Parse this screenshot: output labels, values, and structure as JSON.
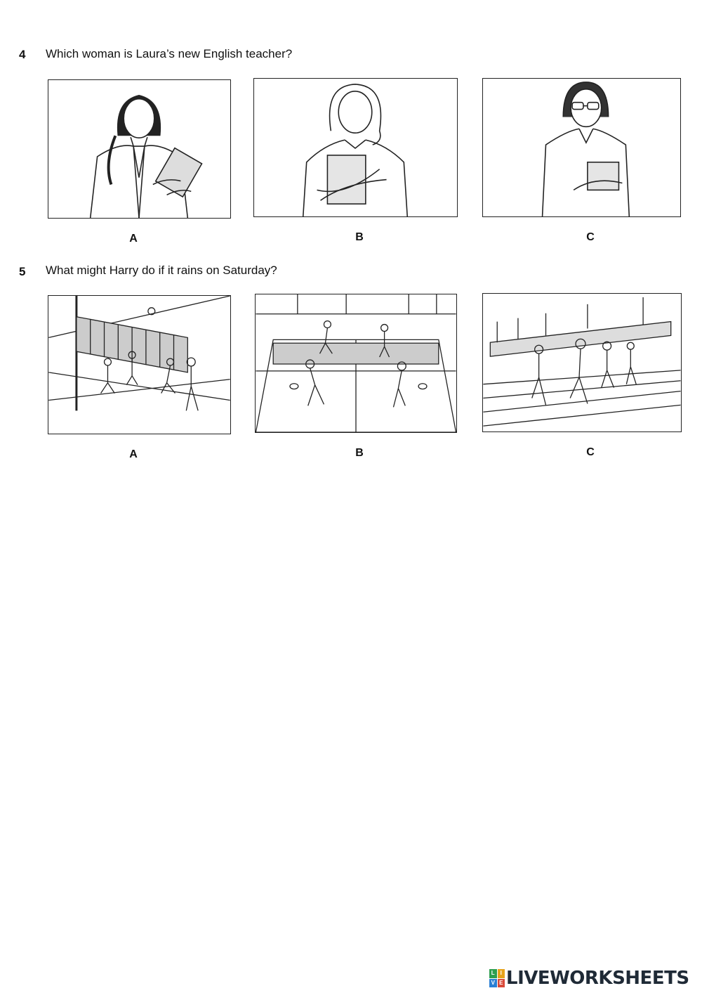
{
  "questions": [
    {
      "number": "4",
      "text": "Which woman is Laura’s new English teacher?",
      "options": [
        {
          "label": "A",
          "icon": "woman-with-tablet-illustration"
        },
        {
          "label": "B",
          "icon": "woman-holding-books-illustration"
        },
        {
          "label": "C",
          "icon": "woman-with-glasses-illustration"
        }
      ]
    },
    {
      "number": "5",
      "text": "What might Harry do if it rains on Saturday?",
      "options": [
        {
          "label": "A",
          "icon": "volleyball-scene-illustration"
        },
        {
          "label": "B",
          "icon": "badminton-scene-illustration"
        },
        {
          "label": "C",
          "icon": "running-track-scene-illustration"
        }
      ]
    }
  ],
  "brand": {
    "text": "LIVEWORKSHEETS",
    "colors": [
      "#2e9e4f",
      "#e6a21b",
      "#2a7fd4",
      "#d94a3a"
    ]
  }
}
